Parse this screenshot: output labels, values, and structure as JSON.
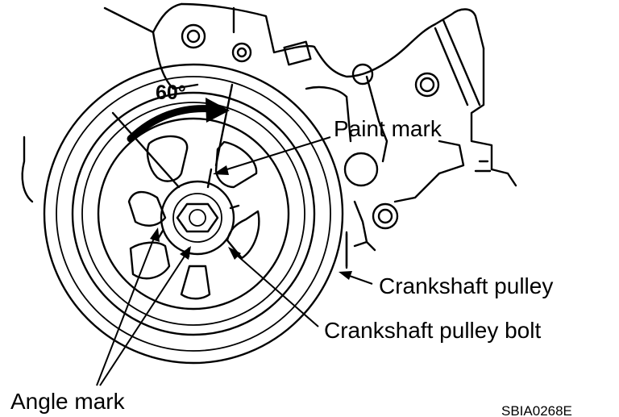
{
  "labels": {
    "angle": "60°",
    "paint_mark": "Paint mark",
    "crankshaft_pulley": "Crankshaft pulley",
    "crankshaft_pulley_bolt": "Crankshaft pulley bolt",
    "angle_mark": "Angle mark",
    "figure_code": "SBIA0268E"
  }
}
